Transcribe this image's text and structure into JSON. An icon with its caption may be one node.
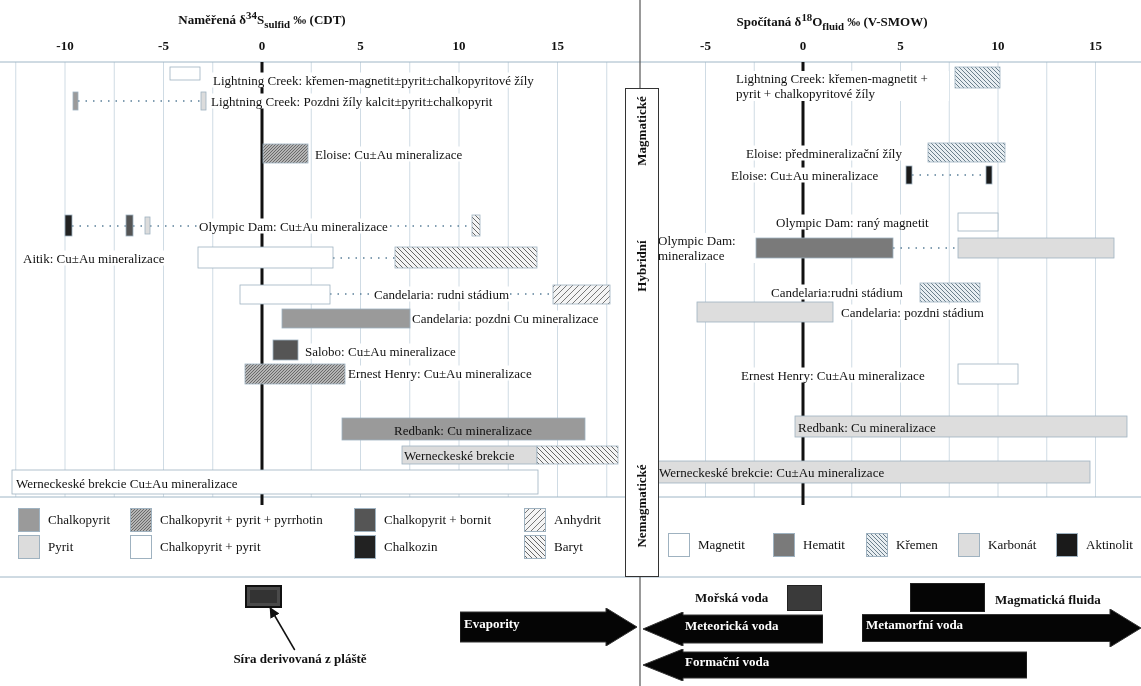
{
  "diagram": {
    "nodes": [
      {
        "text": [
          "Magmatické",
          "Hybridní",
          "Nemagmatické"
        ]
      },
      {
        "text": [],
        "shape": "box"
      },
      {
        "text": [
          "Síra derivovaná z pláště"
        ]
      },
      {
        "text": [
          "Evapority"
        ]
      },
      {
        "text": [
          "Meteorická voda"
        ]
      },
      {
        "text": [
          "Metamorfní voda"
        ]
      },
      {
        "text": [
          "Formační voda"
        ]
      },
      {
        "text": [],
        "shape": "box"
      },
      {
        "text": [],
        "shape": "box"
      }
    ],
    "edges": [
      {
        "from": 2,
        "to": 1,
        "arrow": "to"
      }
    ],
    "labels": [
      "Naměřená δ$^{34}$S$_{sulfid}$ ‰ (CDT)",
      "Spočítaná δ$^{18}$O$_{fluid}$ ‰ (V-SMOW)",
      "-10",
      "-5",
      "0",
      "5",
      "10",
      "15",
      "-5",
      "0",
      "5",
      "10",
      "15",
      "Lightning Creek: křemen-magnetit±pyrit±chalkopyritové žíly",
      "Lightning Creek: Pozdni žíly kalcit±pyrit±chalkopyrit",
      "Eloise: Cu±Au mineralizace",
      "Olympic Dam: Cu±Au mineralizace",
      "Aitik: Cu±Au mineralizace",
      "Candelaria: rudni stádium",
      "Candelaria: pozdni Cu mineralizace",
      "Salobo: Cu±Au mineralizace",
      "Ernest Henry: Cu±Au mineralizace",
      "Redbank: Cu mineralizace",
      "Werneckeské brekcie",
      "Werneckeské brekcie Cu±Au mineralizace",
      "Lightning Creek: křemen-magnetit + pyrit + chalkopyritové žíly",
      "Eloise: předmineralizační žíly",
      "Eloise: Cu±Au mineralizace",
      "Olympic Dam: raný magnetit",
      "Olympic Dam: mineralizace",
      "Candelaria:rudni stádium",
      "Candelaria: pozdni stádium",
      "Ernest Henry: Cu±Au mineralizace",
      "Redbank: Cu mineralizace",
      "Werneckeské brekcie: Cu±Au mineralizace",
      "Mořská voda",
      "Magmatická fluida"
    ],
    "legend": [
      {
        "text": "Chalkopyrit",
        "color": "#9a9a9a"
      },
      {
        "text": "Pyrit",
        "color": "#dcdcdc"
      },
      {
        "text": "Chalkopyrit + pyrit + pyrrhotin"
      },
      {
        "text": "Chalkopyrit + pyrit",
        "color": "#ffffff"
      },
      {
        "text": "Chalkopyrit + bornit",
        "color": "#555555"
      },
      {
        "text": "Chalkozin",
        "color": "#222222"
      },
      {
        "text": "Anhydrit"
      },
      {
        "text": "Baryt"
      },
      {
        "text": "Magnetit",
        "color": "#ffffff"
      },
      {
        "text": "Hematit",
        "color": "#7a7a7a"
      },
      {
        "text": "Křemen"
      },
      {
        "text": "Karbonát",
        "color": "#dddddd"
      },
      {
        "text": "Aktinolit",
        "color": "#1a1a1a"
      }
    ]
  }
}
